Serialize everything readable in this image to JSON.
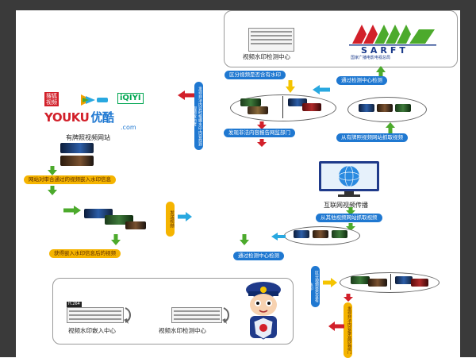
{
  "sarft": {
    "logo_text": "SARFT",
    "org_name": "国家广播电影电视总局"
  },
  "labels": {
    "top_center": "视频水印检测中心",
    "site_label": "有牌照视频网站",
    "internet": "互联网视频传播",
    "embed_center": "视频水印嵌入中心",
    "detect_center": "视频水印检测中心"
  },
  "logos": {
    "sohu_line1": "搜狐",
    "sohu_line2": "视频",
    "iqiyi": "iQIYI",
    "youku": "YOUKU",
    "youku_cn": "优酷",
    "youku_com": ".com",
    "h264": "H.264"
  },
  "pills": {
    "distinguish": "区分视频是否含有水印",
    "found_illegal": "发现非法内容报告网监部门",
    "pass_check_top": "通过检测中心检测",
    "fetch_licensed": "从有牌照视频网站抓取视频",
    "embed_info": "网站对审合通过的视频嵌入水印信息",
    "obtain_video": "获得嵌入水印信息后的视频",
    "fetch_other": "从其他视频网站抓取视频",
    "pass_check_mid": "通过检测中心检测"
  },
  "vpills": {
    "left_vertical": "发现非法内容时根据水印内容找到视频发布者",
    "send_center": "发送视频",
    "distinguish_v": "区分视频是否含有水印",
    "found_v": "发现非法内容报告网监部门"
  },
  "colors": {
    "blue": "#1f78d1",
    "yellow": "#f5b400",
    "red": "#d2202a",
    "green": "#4caa2c",
    "cyan": "#29a8e0"
  }
}
